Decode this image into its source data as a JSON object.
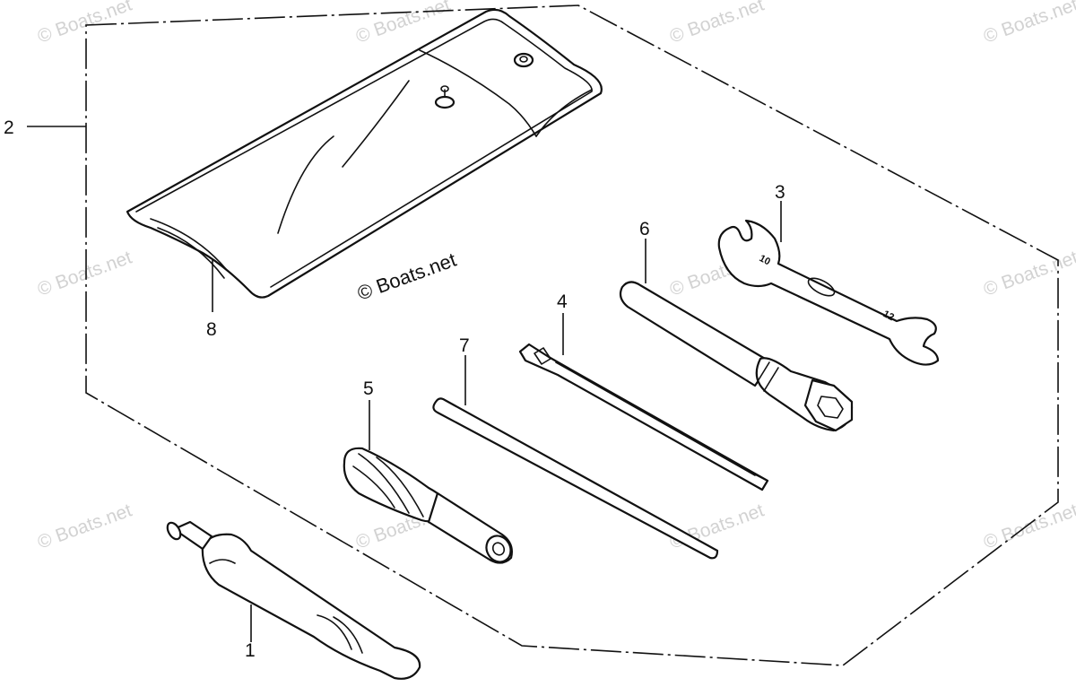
{
  "watermark": {
    "text": "© Boats.net"
  },
  "parts": [
    {
      "callout": "1"
    },
    {
      "callout": "2"
    },
    {
      "callout": "3"
    },
    {
      "callout": "4"
    },
    {
      "callout": "5"
    },
    {
      "callout": "6"
    },
    {
      "callout": "7"
    },
    {
      "callout": "8"
    }
  ],
  "wrench_markings": {
    "small_end": "10",
    "large_end": "12"
  }
}
